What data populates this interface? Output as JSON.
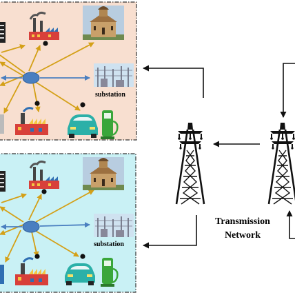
{
  "diagram": {
    "top_panel": {
      "substation_label": "substation",
      "background": "#f8dfd0"
    },
    "bottom_panel": {
      "substation_label": "substation",
      "background": "#c9f1f5"
    },
    "transmission": {
      "line1": "Transmission",
      "line2": "Network"
    },
    "colors": {
      "gold_arrow": "#d4a017",
      "blue_arrow": "#4a7fc0",
      "hub": "#4a7fc0",
      "black_arrow": "#111111",
      "car": "#2bb0a8",
      "charger": "#3aa63a",
      "factory_red": "#d8403a",
      "factory_blue": "#2f6fb3",
      "church_wall": "#c8a06a",
      "tower": "#111111"
    }
  }
}
